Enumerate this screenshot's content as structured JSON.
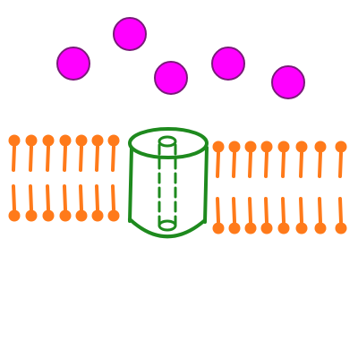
{
  "diagram": {
    "description_visible_text": [],
    "colors": {
      "background": "#ffffff",
      "molecule_fill": "#ff00ff",
      "molecule_stroke": "#7a1a7a",
      "lipid": "#ff7a1a",
      "channel": "#1e8a1e"
    },
    "molecules": [
      {
        "id": "molecule-1"
      },
      {
        "id": "molecule-2"
      },
      {
        "id": "molecule-3"
      },
      {
        "id": "molecule-4"
      },
      {
        "id": "molecule-5"
      }
    ],
    "lipids_left_count": 7,
    "lipids_right_count": 8,
    "channel": {
      "id": "channel-protein"
    }
  }
}
